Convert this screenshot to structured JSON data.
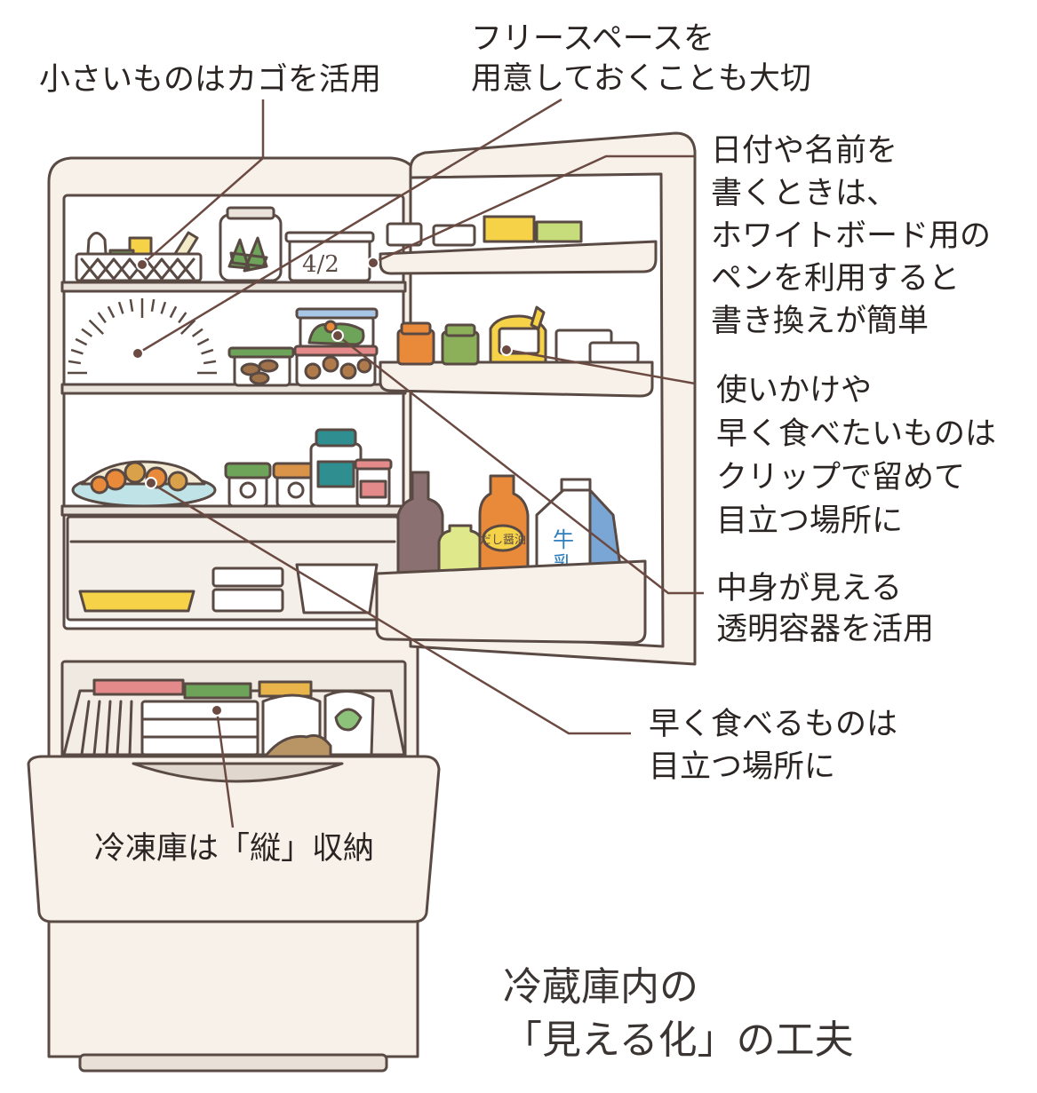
{
  "labels": {
    "basket": "小さいものはカゴを活用",
    "free_space": "フリースペースを\n用意しておくことも大切",
    "marker": "日付や名前を\n書くときは、\nホワイトボード用の\nペンを利用すると\n書き換えが簡単",
    "clip": "使いかけや\n早く食べたいものは\nクリップで留めて\n目立つ場所に",
    "transparent": "中身が見える\n透明容器を活用",
    "eat_soon": "早く食べるものは\n目立つ場所に",
    "freezer": "冷凍庫は「縦」収納"
  },
  "title": "冷蔵庫内の\n「見える化」の工夫",
  "item_text": {
    "date": "4/2",
    "milk_top": "牛",
    "milk_bottom": "乳",
    "soy": "だし醤油"
  },
  "colors": {
    "line": "#6b4a42",
    "outline": "#5a4a44",
    "fridge": "#f7f1ea",
    "yellow": "#f6d249",
    "green": "#6ea35a",
    "orange": "#e9893a",
    "teal": "#2f8e90",
    "blue": "#7aa6d6"
  }
}
